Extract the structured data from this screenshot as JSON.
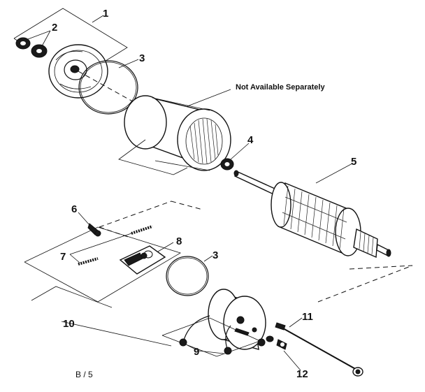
{
  "diagram": {
    "callouts": {
      "c1": "1",
      "c2": "2",
      "c3a": "3",
      "c3b": "3",
      "c4": "4",
      "c5": "5",
      "c6": "6",
      "c7": "7",
      "c8": "8",
      "c9": "9",
      "c10": "10",
      "c11": "11",
      "c12": "12"
    },
    "note": "Not Available Separately",
    "page_label": "B / 5"
  }
}
